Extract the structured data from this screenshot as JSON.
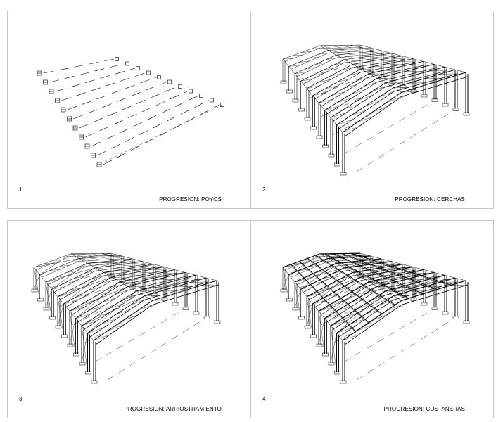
{
  "panels": [
    {
      "number": "1",
      "caption": "PROGRESION: POYOS"
    },
    {
      "number": "2",
      "caption": "PROGRESION: CERCHAS"
    },
    {
      "number": "3",
      "caption": "PROGRESION: ARRIOSTRAMIENTO"
    },
    {
      "number": "4",
      "caption": "PROGRESION: COSTANERAS"
    }
  ],
  "colors": {
    "line": "#000000",
    "border": "#c8c8c8",
    "background": "#ffffff"
  }
}
